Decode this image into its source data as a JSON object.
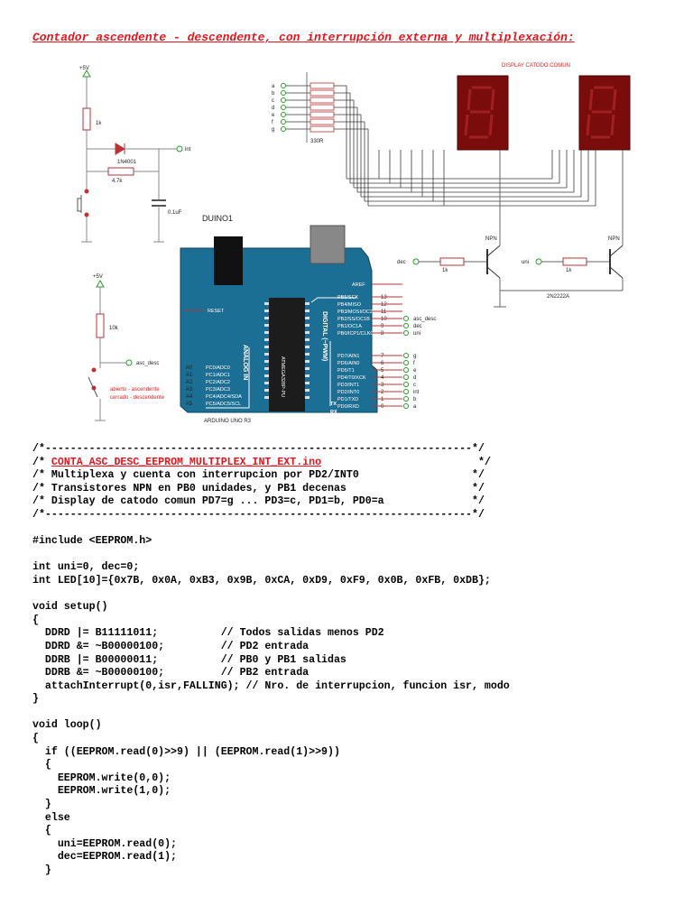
{
  "title": "Contador ascendente - descendente, con interrupción externa y multiplexación:",
  "schematic": {
    "display_title": "DISPLAY CATODO COMUN",
    "plus5v_1": "+5V",
    "plus5v_2": "+5V",
    "r1k": "1k",
    "diode": "1N4001",
    "r4k7": "4.7k",
    "cap": "0.1uF",
    "int_label": "int",
    "duino": "DUINO1",
    "r10k": "10k",
    "asc_desc": "asc_desc",
    "abierto": "abierto - ascendente",
    "cerrado": "cerrado - descendente",
    "seg_labels": [
      "a",
      "b",
      "c",
      "d",
      "e",
      "f",
      "g"
    ],
    "r330": "330R",
    "npn1": "NPN",
    "npn2": "NPN",
    "dec": "dec",
    "uni": "uni",
    "rk1": "1k",
    "rk2": "1k",
    "transistor": "2N2222A",
    "board_name": "ARDUINO UNO R3",
    "aref": "AREF",
    "reset": "RESET",
    "analog_in": "ANALOG IN",
    "digital": "DIGITAL (~PWM)",
    "chip": "ATMEGA328P-PU",
    "tx": "TX",
    "rx": "RX",
    "analog_pins": [
      {
        "a": "A0",
        "p": "PC0/ADC0"
      },
      {
        "a": "A1",
        "p": "PC1/ADC1"
      },
      {
        "a": "A2",
        "p": "PC2/ADC2"
      },
      {
        "a": "A3",
        "p": "PC3/ADC3"
      },
      {
        "a": "A4",
        "p": "PC4/ADC4/SDA"
      },
      {
        "a": "A5",
        "p": "PC5/ADC5/SCL"
      }
    ],
    "digital_top": [
      {
        "p": "PB5/SCK",
        "n": "13",
        "net": ""
      },
      {
        "p": "PB4/MISO",
        "n": "12",
        "net": ""
      },
      {
        "p": "PB3/MOSI/OC2A",
        "n": "11",
        "net": ""
      },
      {
        "p": "PB2/SS/OC1B",
        "n": "10",
        "net": "asc_desc"
      },
      {
        "p": "PB1/OC1A",
        "n": "9",
        "net": "dec"
      },
      {
        "p": "PB0/ICP1/CLKO",
        "n": "8",
        "net": "uni"
      }
    ],
    "digital_bot": [
      {
        "p": "PD7/AIN1",
        "n": "7",
        "net": "g"
      },
      {
        "p": "PD6/AIN0",
        "n": "6",
        "net": "f"
      },
      {
        "p": "PD5/T1",
        "n": "5",
        "net": "e"
      },
      {
        "p": "PD4/T0/XCK",
        "n": "4",
        "net": "d"
      },
      {
        "p": "PD3/INT1",
        "n": "3",
        "net": "c"
      },
      {
        "p": "PD2/INT0",
        "n": "2",
        "net": "int"
      },
      {
        "p": "PD1/TXD",
        "n": "1",
        "net": "b"
      },
      {
        "p": "PD0/RXD",
        "n": "0",
        "net": "a"
      }
    ]
  },
  "code": {
    "file_name": "CONTA_ASC_DESC_EEPROM_MULTIPLEX_INT_EXT.ino",
    "lines": [
      "/*--------------------------------------------------------------------*/",
      "/* ",
      "/* Multiplexa y cuenta con interrupcion por PD2/INT0                  */",
      "/* Transistores NPN en PB0 unidades, y PB1 decenas                    */",
      "/* Display de catodo comun PD7=g ... PD3=c, PD1=b, PD0=a              */",
      "/*--------------------------------------------------------------------*/",
      "",
      "#include <EEPROM.h>",
      "",
      "int uni=0, dec=0;",
      "int LED[10]={0x7B, 0x0A, 0xB3, 0x9B, 0xCA, 0xD9, 0xF9, 0x0B, 0xFB, 0xDB};",
      "",
      "void setup()",
      "{",
      "  DDRD |= B11111011;          // Todos salidas menos PD2",
      "  DDRD &= ~B00000100;         // PD2 entrada",
      "  DDRB |= B00000011;          // PB0 y PB1 salidas",
      "  DDRB &= ~B00000100;         // PB2 entrada",
      "  attachInterrupt(0,isr,FALLING); // Nro. de interrupcion, funcion isr, modo",
      "}",
      "",
      "void loop()",
      "{",
      "  if ((EEPROM.read(0)>>9) || (EEPROM.read(1)>>9))",
      "  {",
      "    EEPROM.write(0,0);",
      "    EEPROM.write(1,0);",
      "  }",
      "  else",
      "  {",
      "    uni=EEPROM.read(0);",
      "    dec=EEPROM.read(1);",
      "  }"
    ],
    "line2_tail": "                         */"
  }
}
